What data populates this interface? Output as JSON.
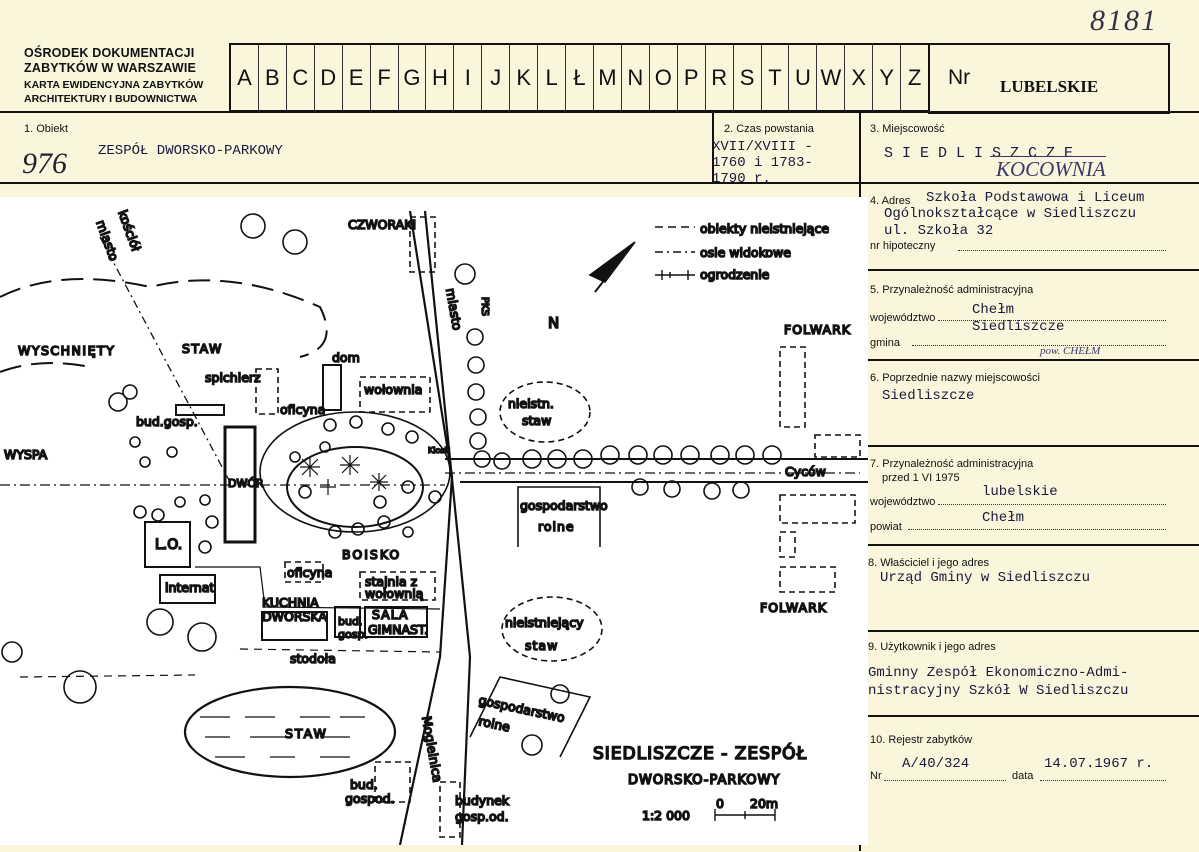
{
  "header": {
    "institution_line1": "OŚRODEK DOKUMENTACJI",
    "institution_line2": "ZABYTKÓW W WARSZAWIE",
    "card_line1": "KARTA EWIDENCYJNA ZABYTKÓW",
    "card_line2": "ARCHITEKTURY I BUDOWNICTWA",
    "letters": [
      "A",
      "B",
      "C",
      "D",
      "E",
      "F",
      "G",
      "H",
      "I",
      "J",
      "K",
      "L",
      "Ł",
      "M",
      "N",
      "O",
      "P",
      "R",
      "S",
      "T",
      "U",
      "W",
      "X",
      "Y",
      "Z"
    ],
    "nr_label": "Nr",
    "nr_value": "LUBELSKIE",
    "handwritten_number": "8181"
  },
  "fields": {
    "obiekt_label": "1. Obiekt",
    "obiekt_number": "976",
    "obiekt_value": "ZESPÓŁ DWORSKO-PARKOWY",
    "czas_label": "2. Czas powstania",
    "czas_value_line1": "XVII/XVIII -",
    "czas_value_line2": "1760 i 1783-",
    "czas_value_line3": "1790 r.",
    "miejscowosc_label": "3. Miejscowość",
    "miejscowosc_value": "S I E D L I S Z C Z E",
    "miejscowosc_hand": "KOCOWNIA",
    "adres_label": "4. Adres",
    "adres_line1": "Szkoła Podstawowa i Liceum",
    "adres_line2": "Ogólnokształcące w Siedliszczu",
    "adres_line3": "ul. Szkoła 32",
    "hipoteczny_label": "nr hipoteczny",
    "przyn_label": "5. Przynależność administracyjna",
    "woj_label": "województwo",
    "woj_value": "Chełm",
    "gmina_label": "gmina",
    "gmina_value": "Siedliszcze",
    "gmina_hand": "pow. CHEŁM",
    "poprz_label": "6. Poprzednie nazwy miejscowości",
    "poprz_value": "Siedliszcze",
    "przyn2_label": "7. Przynależność administracyjna",
    "przyn2_sub": "przed 1 VI 1975",
    "woj2_label": "województwo",
    "woj2_value": "lubelskie",
    "powiat_label": "powiat",
    "powiat_value": "Chełm",
    "wlasc_label": "8. Właściciel i jego adres",
    "wlasc_value": "Urząd Gminy w Siedliszczu",
    "uzytk_label": "9. Użytkownik i jego adres",
    "uzytk_line1": "Gminny Zespół Ekonomiczno-Admi-",
    "uzytk_line2": "nistracyjny Szkół W Siedliszczu",
    "rejestr_label": "10. Rejestr zabytków",
    "nr_label": "Nr",
    "nr_value": "A/40/324",
    "data_label": "data",
    "data_value": "14.07.1967 r."
  },
  "map": {
    "legend_demolished": "obiekty nieistniejące",
    "legend_axes": "osie widokowe",
    "legend_fence": "ogrodzenie",
    "north": "N",
    "czworaki": "CZWORAKI",
    "kosciol": "kościół",
    "miasto": "miasto",
    "miasto2": "miasto",
    "pks": "PKS",
    "wyschniety": "WYSCHNIĘTY",
    "staw_label": "STAW",
    "dom": "dom",
    "spichlerz": "spichlerz",
    "wolownia": "wołownia",
    "oficyna": "oficyna",
    "bud_gosp": "bud.gosp.",
    "wyspa": "WYSPA",
    "dwor": "DWÓR",
    "lo": "L.O.",
    "internat": "internat",
    "oficyna2": "oficyna",
    "boisko": "BOISKO",
    "stajnia1": "stajnia z",
    "stajnia2": "wołownią",
    "kuchnia1": "KUCHNIA",
    "kuchnia2": "DWORSKA",
    "bud1": "bud.",
    "bud2": "gosp.",
    "sala1": "SALA",
    "sala2": "GIMNAST.",
    "stodola": "stodoła",
    "staw_big": "STAW",
    "bud_gospod1": "bud.",
    "bud_gospod2": "gospod.",
    "budynek1": "budynek",
    "budynek2": "gosp.od.",
    "mogielnica": "Mogielnica",
    "nieistn1": "nieistn.",
    "nieistn2": "staw",
    "kiosk": "Kiosk",
    "cycow": "Cyców",
    "folwark1": "FOLWARK",
    "folwark2": "FOLWARK",
    "gosp1a": "gospodarstwo",
    "gosp1b": "rolne",
    "nieistniejacy1": "nieistniejący",
    "nieistniejacy2": "staw",
    "gosp2a": "gospodarstwo",
    "gosp2b": "rolne",
    "title1": "SIEDLISZCZE - ZESPÓŁ",
    "title2": "DWORSKO-PARKOWY",
    "scale": "1:2 000",
    "scale0": "0",
    "scale20": "20m"
  }
}
